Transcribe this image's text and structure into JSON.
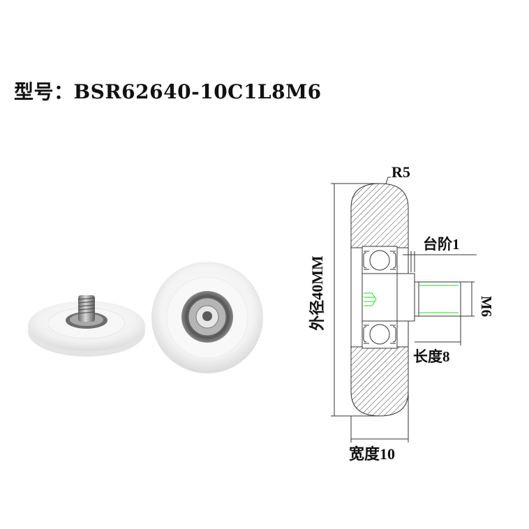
{
  "title": {
    "prefix": "型号：",
    "model": "BSR62640-10C1L8M6"
  },
  "photos": [
    {
      "name": "roller-side-view-with-stud",
      "description": "white plastic roller with threaded stud"
    },
    {
      "name": "roller-front-view-bearing",
      "description": "white plastic roller showing bearing face"
    }
  ],
  "drawing": {
    "labels": {
      "radius": "R5",
      "step": "台阶1",
      "outer_diameter": "外径40MM",
      "thread": "M6",
      "stud_length": "长度8",
      "width": "宽度10"
    },
    "colors": {
      "line": "#333333",
      "hatch": "#444444",
      "thread_highlight": "#22dd22"
    }
  }
}
